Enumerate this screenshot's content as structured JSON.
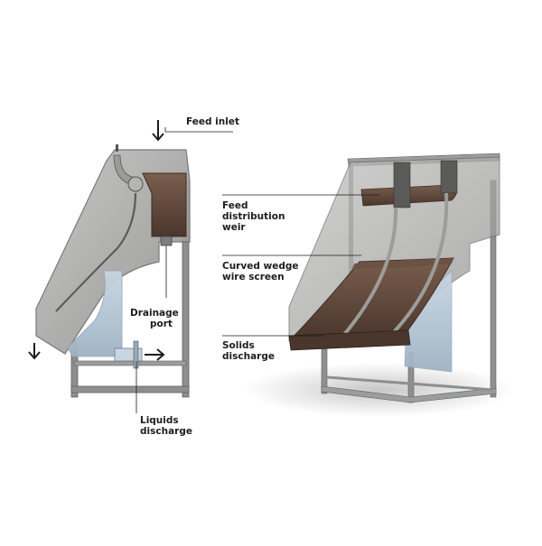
{
  "labels": {
    "feed_inlet": "Feed inlet",
    "drainage_port": [
      "Drainage",
      "port"
    ],
    "liquids_discharge": [
      "Liquids",
      "discharge"
    ],
    "feed_distribution_weir": [
      "Feed",
      "distribution",
      "weir"
    ],
    "curved_wedge_wire_screen": [
      "Curved wedge",
      "wire screen"
    ],
    "solids_discharge": [
      "Solids",
      "discharge"
    ]
  },
  "colors": {
    "housing": "#a9a9a7",
    "housing_edge": "#6e6e6c",
    "screen": "#5c4438",
    "screen_light": "#8a6e5e",
    "liquid": "#b9cad8",
    "frame": "#8d8f90",
    "arrow": "#1d1d1b"
  }
}
